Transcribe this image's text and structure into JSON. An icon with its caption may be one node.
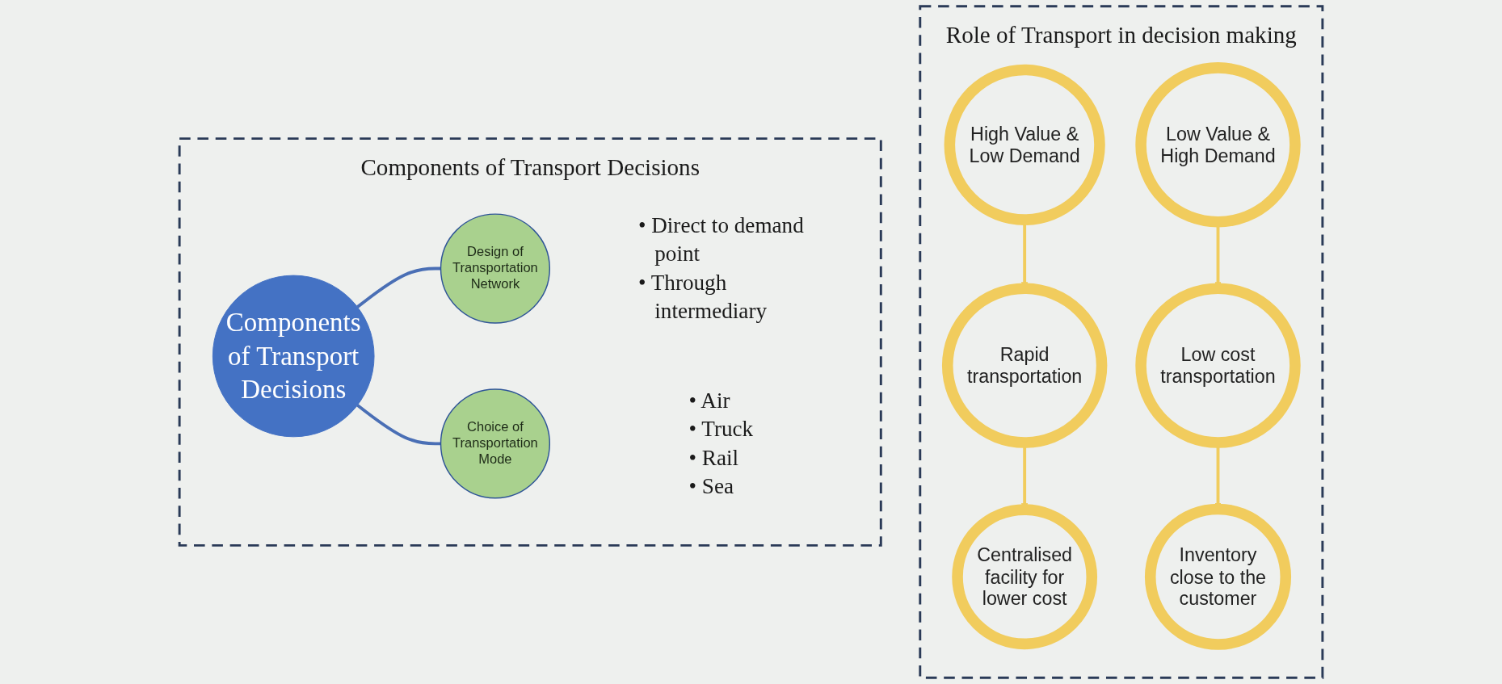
{
  "diagram": {
    "nodes": [
      {
        "text": [
          "Components of Transport Decisions"
        ]
      },
      {
        "text": [
          "Components of Transport Decisions"
        ],
        "in": 0
      },
      {
        "text": [
          "Design of Transportation Network"
        ],
        "in": 0,
        "beside": [
          "• Direct to demand point",
          "• Through intermediary"
        ]
      },
      {
        "text": [
          "Choice of Transportation Mode"
        ],
        "in": 0,
        "beside": [
          "• Air",
          "• Truck",
          "• Rail",
          "• Sea"
        ]
      },
      {
        "text": [
          "Role of Transport in decision making"
        ]
      },
      {
        "text": [
          "High Value & Low Demand"
        ],
        "in": 4
      },
      {
        "text": [
          "Rapid transportation"
        ],
        "in": 4
      },
      {
        "text": [
          "Centralised facility for lower cost"
        ],
        "in": 4
      },
      {
        "text": [
          "Low Value & High Demand"
        ],
        "in": 4
      },
      {
        "text": [
          "Low cost transportation"
        ],
        "in": 4
      },
      {
        "text": [
          "Inventory close to the customer"
        ],
        "in": 4
      }
    ],
    "edges": [
      {
        "from": 1,
        "to": 2,
        "arrow": "none",
        "color": "#4a6fb5"
      },
      {
        "from": 1,
        "to": 3,
        "arrow": "none",
        "color": "#4a6fb5"
      },
      {
        "from": 5,
        "to": 6,
        "arrow": "to"
      },
      {
        "from": 6,
        "to": 7,
        "arrow": "to"
      },
      {
        "from": 8,
        "to": 9,
        "arrow": "to"
      },
      {
        "from": 9,
        "to": 10,
        "arrow": "to"
      }
    ]
  }
}
